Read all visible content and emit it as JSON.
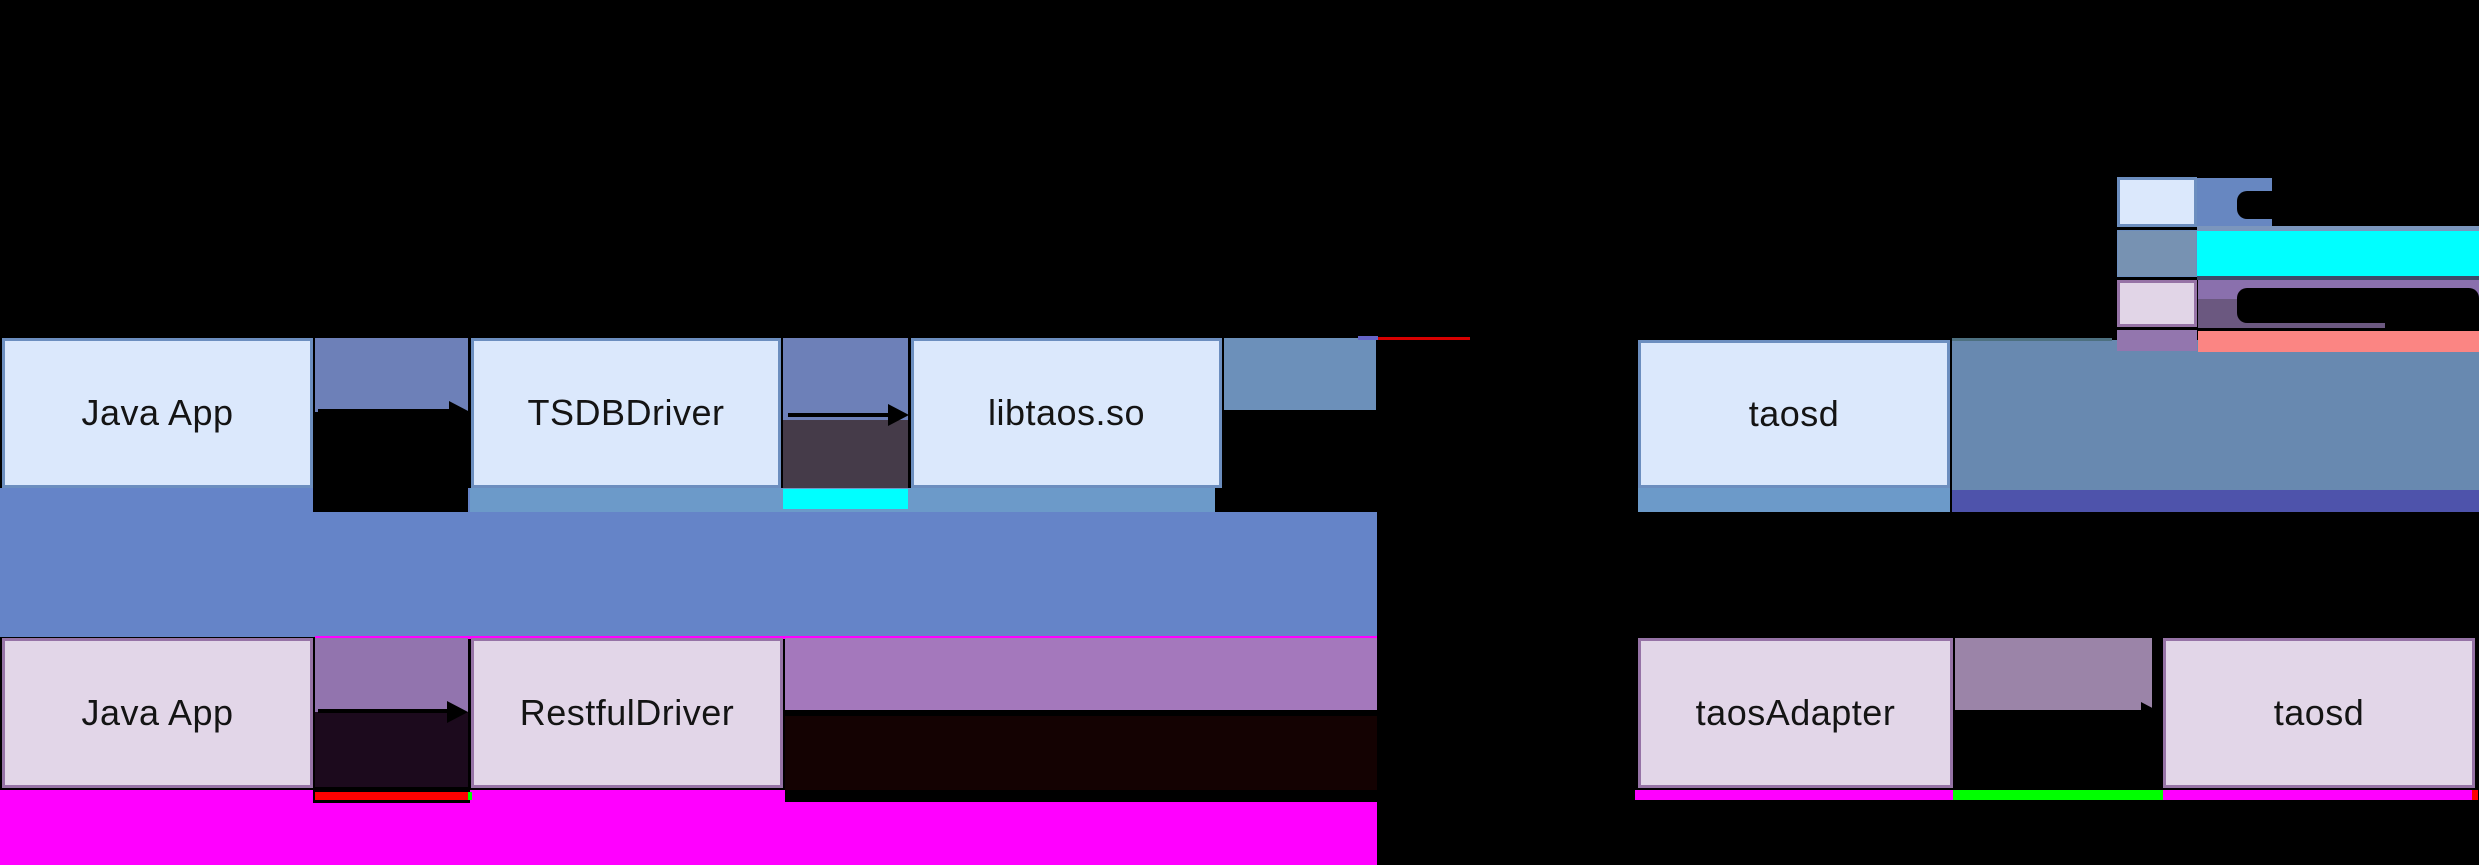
{
  "diagram": {
    "rows": {
      "jni": {
        "nodes": {
          "java_app": {
            "label": "Java App"
          },
          "tsdb_driver": {
            "label": "TSDBDriver"
          },
          "libtaos": {
            "label": "libtaos.so"
          },
          "taosd": {
            "label": "taosd"
          }
        }
      },
      "restful": {
        "nodes": {
          "java_app": {
            "label": "Java App"
          },
          "restful_driver": {
            "label": "RestfulDriver"
          },
          "taos_adapter": {
            "label": "taosAdapter"
          },
          "taosd": {
            "label": "taosd"
          }
        }
      }
    },
    "legend": {
      "swatches": [
        {
          "name": "light-blue-node",
          "fill": "#dbe8fc",
          "border": "#6c8ebf"
        },
        {
          "name": "steel-blue-block",
          "fill": "#7792b2",
          "border": "#6c8ebf"
        },
        {
          "name": "lavender-node",
          "fill": "#e1d5e7",
          "border": "#9673a6"
        },
        {
          "name": "purple-block",
          "fill": "#9376ae",
          "border": "#9376ae"
        }
      ],
      "bars": {
        "blue_bar": "#6787c1",
        "cyan_bar": "#00ffff",
        "purple_bar": "#8a70ad",
        "dark_purple_bar": "#6b5880",
        "salmon_bar": "#fb8583"
      }
    },
    "colors": {
      "background": "#000000",
      "node_blue_fill": "#dbe8fc",
      "node_blue_border": "#6c8ebf",
      "node_lavender_fill": "#e2d6e8",
      "node_lavender_border": "#9673a6",
      "connector_slate_blue": "#6d80b8",
      "steel_rect": "#6c90ba",
      "big_steel_rect": "#6889b0",
      "under_strip_steel": "#6c9ac9",
      "band_blue": "#6584c8",
      "indigo_bar": "#4e53ab",
      "cyan_strip": "#00ffff",
      "green_strip": "#00ff00",
      "magenta_band": "#ff00ff",
      "red_strip": "#fe0100",
      "red_line": "#d80000",
      "indigo_line": "#6565c8",
      "charcoal_rect": "#453b49",
      "dark_purple_gap": "#1c0a1d",
      "dark_maroon_gap": "#140202",
      "purple_connector": "#9274ae",
      "purple_band": "#a478bc",
      "mauve_connector": "#9b84a8"
    }
  }
}
